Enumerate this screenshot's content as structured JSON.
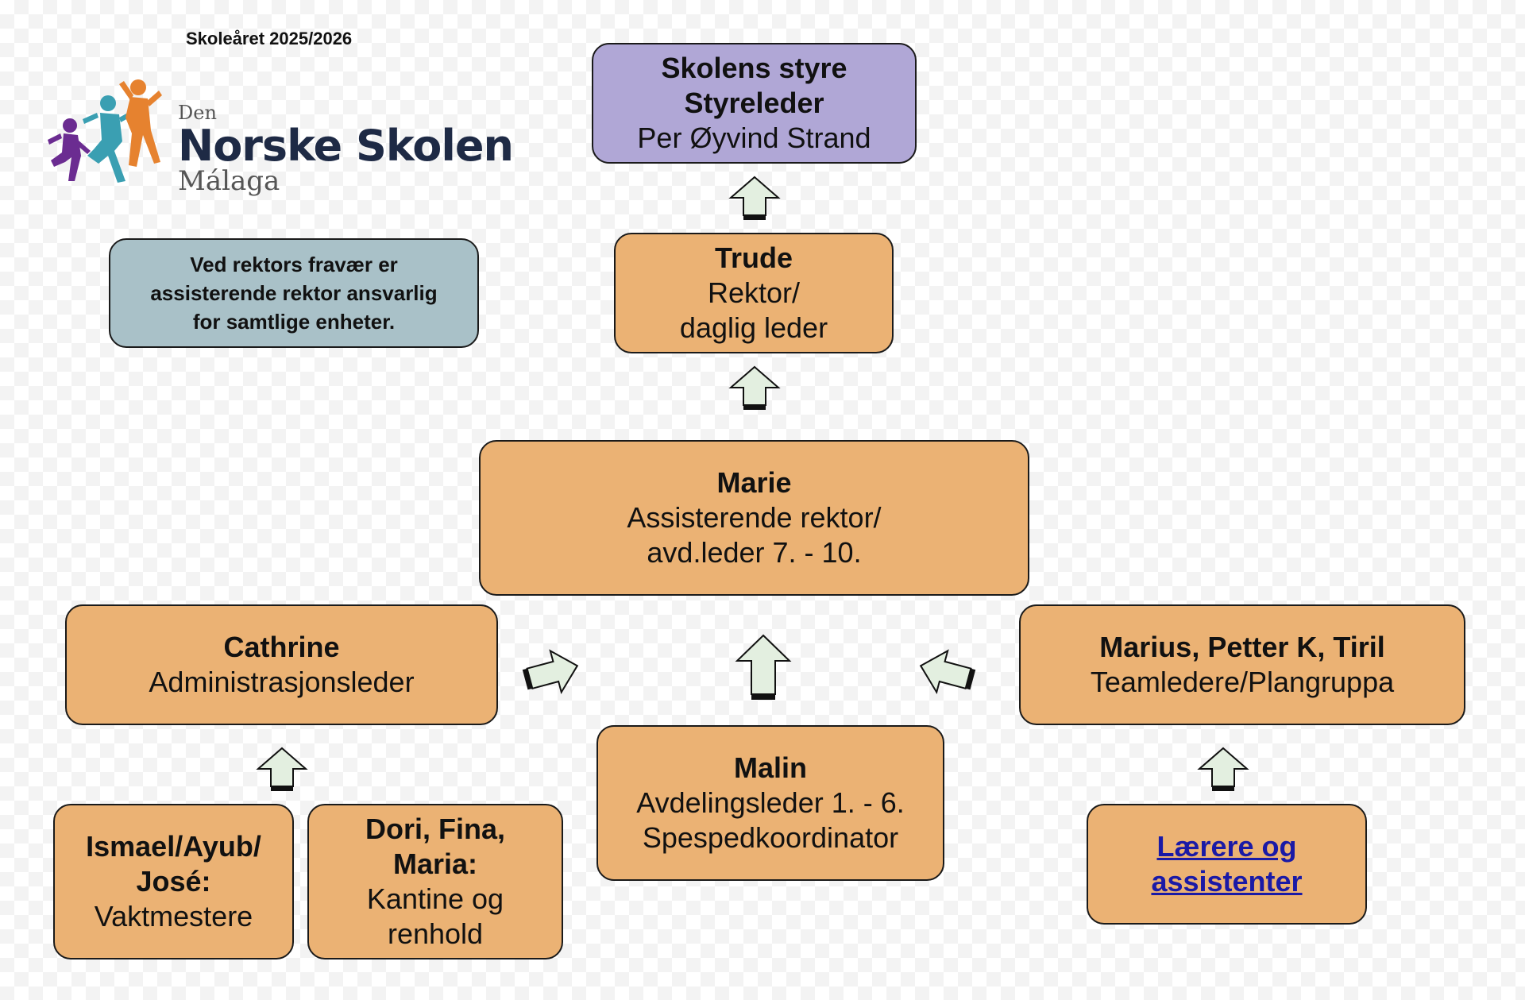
{
  "header": {
    "school_year": "Skoleåret 2025/2026"
  },
  "logo": {
    "small": "Den",
    "name": "Norske Skolen",
    "city": "Málaga"
  },
  "note": {
    "text_lines": [
      "Ved rektors fravær er",
      "assisterende rektor ansvarlig",
      "for samtlige enheter."
    ]
  },
  "board": {
    "title": "Skolens styre",
    "role": "Styreleder",
    "person": "Per Øyvind Strand"
  },
  "principal": {
    "name": "Trude",
    "role_line1": "Rektor/",
    "role_line2": "daglig leder"
  },
  "assistant": {
    "name": "Marie",
    "role_line1": "Assisterende rektor/",
    "role_line2": "avd.leder 7. - 10."
  },
  "admin": {
    "name": "Cathrine",
    "role": "Administrasjonsleder"
  },
  "team_leaders": {
    "name": "Marius,  Petter K,  Tiril",
    "role": "Teamledere/Plangruppa"
  },
  "dept_leader": {
    "name": "Malin",
    "role_line1": "Avdelingsleder 1. - 6.",
    "role_line2": "Spespedkoordinator"
  },
  "janitors": {
    "name_line1": "Ismael/Ayub/",
    "name_line2": "José:",
    "role": "Vaktmestere"
  },
  "canteen": {
    "name_line1": "Dori, Fina,",
    "name_line2": "Maria:",
    "role_line1": "Kantine og",
    "role_line2": "renhold"
  },
  "teachers": {
    "link_line1": "Lærere og",
    "link_line2": "assistenter"
  },
  "colors": {
    "box_orange": "#ebb274",
    "box_purple": "#b0a7d6",
    "note_blue": "#a9c1c8",
    "arrow_fill": "#e3efe0"
  }
}
